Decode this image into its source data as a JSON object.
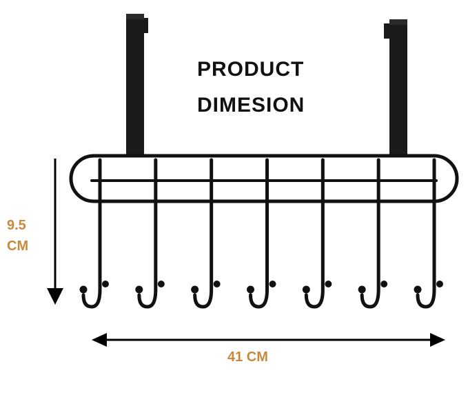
{
  "title": {
    "line1": "PRODUCT",
    "line2": "DIMESION"
  },
  "dimensions": {
    "height_line1": "9.5",
    "height_line2": "CM",
    "width": "41 CM"
  },
  "product": {
    "hook_count": 7
  },
  "colors": {
    "metal": "#111111",
    "dimension_text": "#c88a3a",
    "arrow": "#000000",
    "background": "#ffffff"
  }
}
